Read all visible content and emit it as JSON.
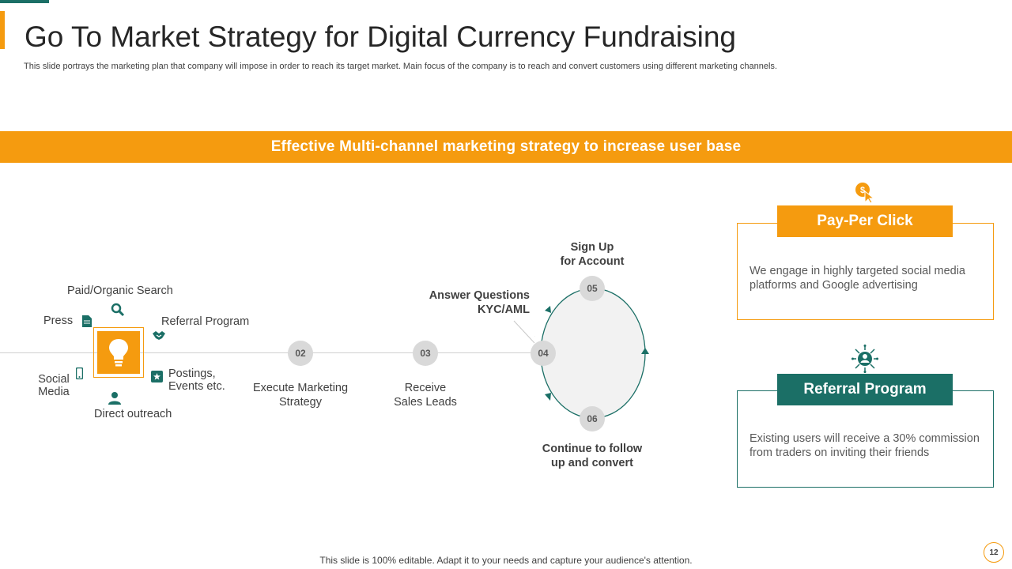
{
  "slide": {
    "title": "Go To Market Strategy for Digital Currency Fundraising",
    "subtitle": "This slide portrays the marketing plan that company will impose in order to reach its target market. Main focus of the company is to reach and convert customers using different marketing channels.",
    "banner": "Effective Multi-channel marketing strategy to increase user base",
    "footer": "This slide is 100% editable. Adapt it to your needs and capture your audience's attention.",
    "page_number": "12"
  },
  "channels": {
    "paid_search": "Paid/Organic Search",
    "press": "Press",
    "referral": "Referral Program",
    "social_line1": "Social",
    "social_line2": "Media",
    "postings_line1": "Postings,",
    "postings_line2": "Events etc.",
    "direct": "Direct outreach"
  },
  "steps": [
    {
      "num": "02",
      "line1": "Execute Marketing",
      "line2": "Strategy"
    },
    {
      "num": "03",
      "line1": "Receive",
      "line2": "Sales Leads"
    },
    {
      "num": "04",
      "line1": "Answer Questions",
      "line2": "KYC/AML"
    },
    {
      "num": "05",
      "line1": "Sign Up",
      "line2": "for Account"
    },
    {
      "num": "06",
      "line1": "Continue to follow",
      "line2": "up and convert"
    }
  ],
  "cards": [
    {
      "title": "Pay-Per Click",
      "line1": "We engage in highly targeted social media",
      "line2": "platforms and Google advertising",
      "color": "#f59b0f"
    },
    {
      "title": "Referral Program",
      "line1": "Existing users will receive a 30% commission",
      "line2": "from traders on inviting their friends",
      "color": "#1b6f66"
    }
  ],
  "colors": {
    "accent": "#f59b0f",
    "teal": "#1b6f66"
  }
}
